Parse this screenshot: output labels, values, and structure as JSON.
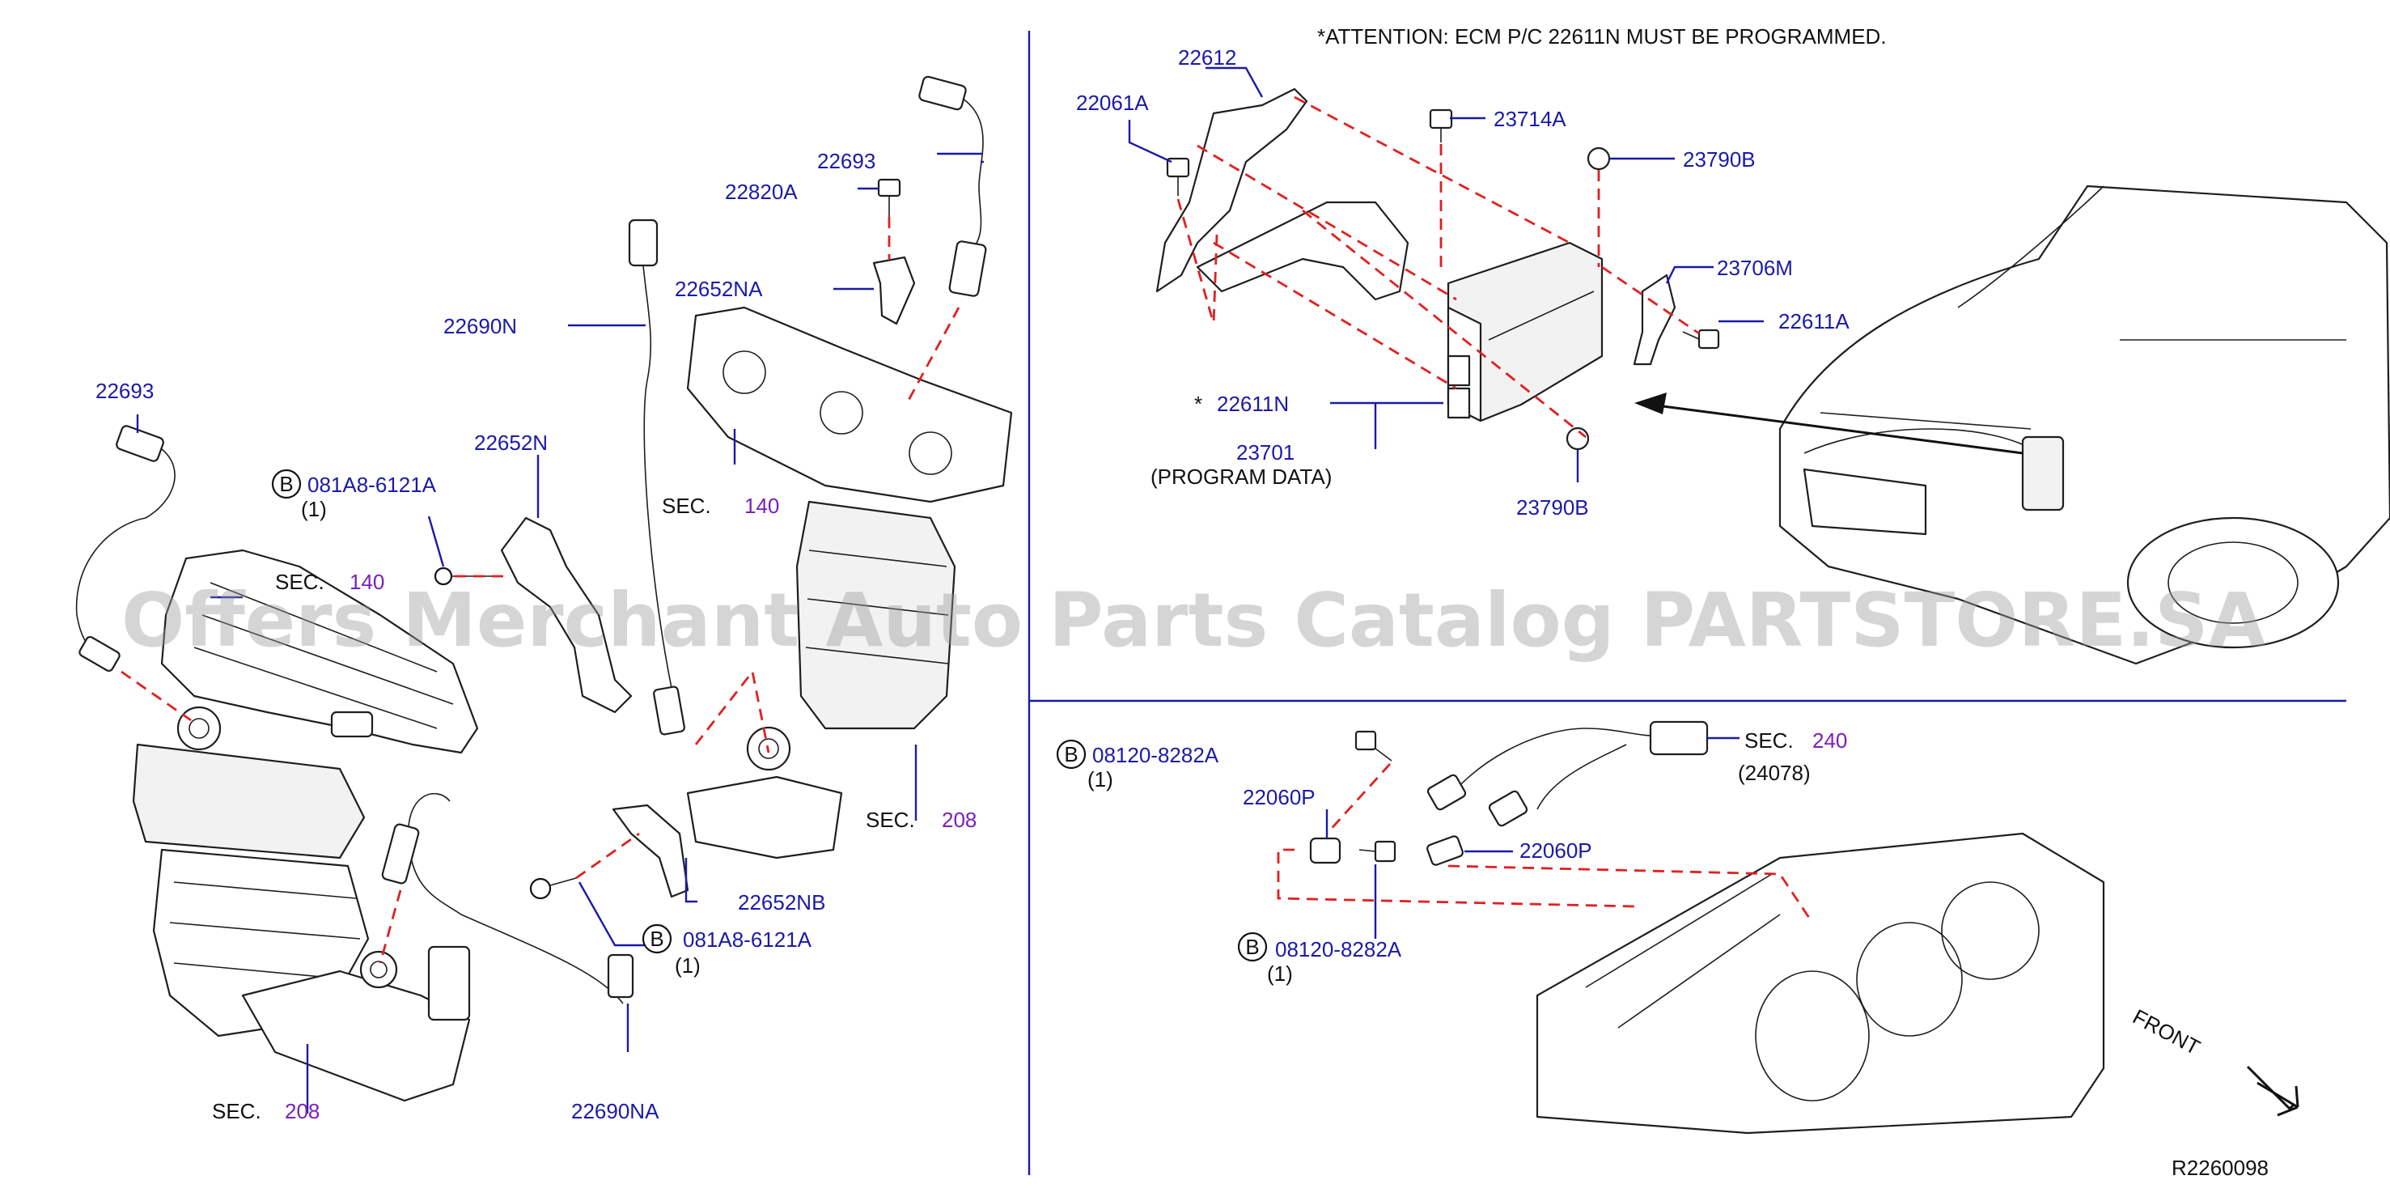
{
  "attention": "*ATTENTION:  ECM  P/C  22611N  MUST  BE  PROGRAMMED.",
  "diagram_id": "R2260098",
  "watermark": "Offers Merchant Auto Parts Catalog PARTSTORE.SA",
  "front_label": "FRONT",
  "colors": {
    "part_number": "#1a1aa8",
    "section_ref": "#7a20b8",
    "dashed_lead": "#e02020",
    "text": "#111111"
  },
  "left": {
    "p22693_a": "22693",
    "p22693_b": "22693",
    "p22820A": "22820A",
    "p22652NA": "22652NA",
    "p22690N": "22690N",
    "p22652N": "22652N",
    "bolt1_label": "081A8-6121A",
    "bolt1_qty": "(1)",
    "sec140_a_label": "SEC.",
    "sec140_a_num": "140",
    "sec140_b_label": "SEC.",
    "sec140_b_num": "140",
    "sec208_a_label": "SEC.",
    "sec208_a_num": "208",
    "sec208_b_label": "SEC.",
    "sec208_b_num": "208",
    "p22652NB": "22652NB",
    "bolt2_label": "081A8-6121A",
    "bolt2_qty": "(1)",
    "p22690NA": "22690NA"
  },
  "ecm": {
    "p22612": "22612",
    "p22061A": "22061A",
    "p23714A": "23714A",
    "p23790B_a": "23790B",
    "p23706M": "23706M",
    "p22611A": "22611A",
    "p22611N_star": "*",
    "p22611N": "22611N",
    "p23701": "23701",
    "program_data": "(PROGRAM   DATA)",
    "p23790B_b": "23790B"
  },
  "sensor": {
    "bolt_a_label": "08120-8282A",
    "bolt_a_qty": "(1)",
    "p22060P_a": "22060P",
    "p22060P_b": "22060P",
    "sec240_label": "SEC.",
    "sec240_num": "240",
    "sec240_sub": "(24078)",
    "bolt_b_label": "08120-8282A",
    "bolt_b_qty": "(1)"
  },
  "b_marker": "B"
}
